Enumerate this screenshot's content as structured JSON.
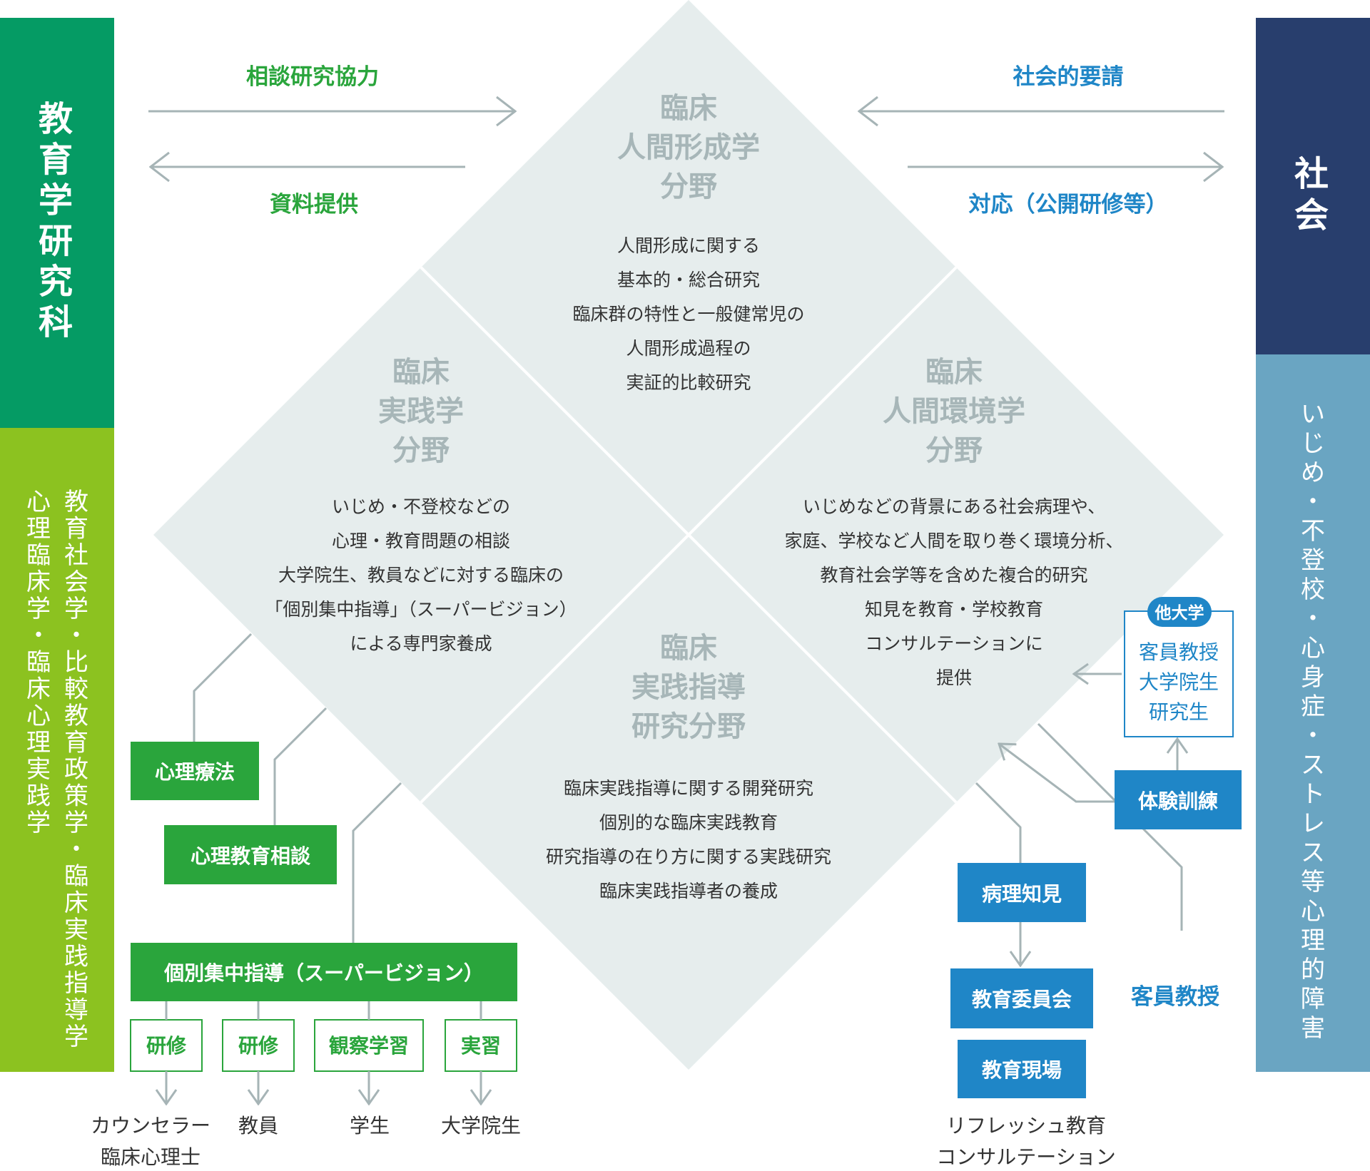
{
  "left_panel": {
    "title": [
      "教",
      "育",
      "学",
      "研",
      "究",
      "科"
    ],
    "col1": [
      "教",
      "育",
      "社",
      "会",
      "学",
      "・",
      "比",
      "較",
      "教",
      "育",
      "政",
      "策",
      "学",
      "・",
      "臨",
      "床",
      "実",
      "践",
      "指",
      "導",
      "学"
    ],
    "col2": [
      "心",
      "理",
      "臨",
      "床",
      "学",
      "・",
      "臨",
      "床",
      "心",
      "理",
      "実",
      "践",
      "学"
    ]
  },
  "right_panel": {
    "title": [
      "社",
      "会"
    ],
    "sub": [
      "い",
      "じ",
      "め",
      "・",
      "不",
      "登",
      "校",
      "・",
      "心",
      "身",
      "症",
      "・",
      "ス",
      "ト",
      "レ",
      "ス",
      "等",
      "心",
      "理",
      "的",
      "障",
      "害"
    ]
  },
  "arrows": {
    "top_left": "相談研究協力",
    "bottom_left": "資料提供",
    "top_right": "社会的要請",
    "bottom_right": "対応（公開研修等）"
  },
  "fields": {
    "top": {
      "title": [
        "臨床",
        "人間形成学",
        "分野"
      ],
      "desc": [
        "人間形成に関する",
        "基本的・総合研究",
        "臨床群の特性と一般健常児の",
        "人間形成過程の",
        "実証的比較研究"
      ]
    },
    "left": {
      "title": [
        "臨床",
        "実践学",
        "分野"
      ],
      "desc": [
        "いじめ・不登校などの",
        "心理・教育問題の相談",
        "大学院生、教員などに対する臨床の",
        "「個別集中指導」（スーパービジョン）",
        "による専門家養成"
      ]
    },
    "right": {
      "title": [
        "臨床",
        "人間環境学",
        "分野"
      ],
      "desc": [
        "いじめなどの背景にある社会病理や、",
        "家庭、学校など人間を取り巻く環境分析、",
        "教育社会学等を含めた複合的研究",
        "知見を教育・学校教育",
        "コンサルテーションに",
        "提供"
      ]
    },
    "bottom": {
      "title": [
        "臨床",
        "実践指導",
        "研究分野"
      ],
      "desc": [
        "臨床実践指導に関する開発研究",
        "個別的な臨床実践教育",
        "研究指導の在り方に関する実践研究",
        "臨床実践指導者の養成"
      ]
    }
  },
  "left_boxes": {
    "psychotherapy": "心理療法",
    "counseling": "心理教育相談",
    "supervision": "個別集中指導（スーパービジョン）",
    "training1": "研修",
    "training2": "研修",
    "observation": "観察学習",
    "practice": "実習"
  },
  "left_targets": {
    "t1": [
      "カウンセラー",
      "臨床心理士"
    ],
    "t2": "教員",
    "t3": "学生",
    "t4": "大学院生"
  },
  "right_boxes": {
    "other_univ": "他大学",
    "visitors": [
      "客員教授",
      "大学院生",
      "研究生"
    ],
    "experience": "体験訓練",
    "pathology": "病理知見",
    "board": "教育委員会",
    "field": "教育現場",
    "guest_prof": "客員教授",
    "refresh": [
      "リフレッシュ教育",
      "コンサルテーション"
    ]
  },
  "colors": {
    "dark_green": "#059b64",
    "light_green": "#8cc220",
    "navy": "#283e6d",
    "steel_blue": "#6aa5c2",
    "green_box": "#2aa53c",
    "blue_box": "#1f86c7",
    "diamond": "#e6eded",
    "arrow_gray": "#a6b4b6"
  }
}
